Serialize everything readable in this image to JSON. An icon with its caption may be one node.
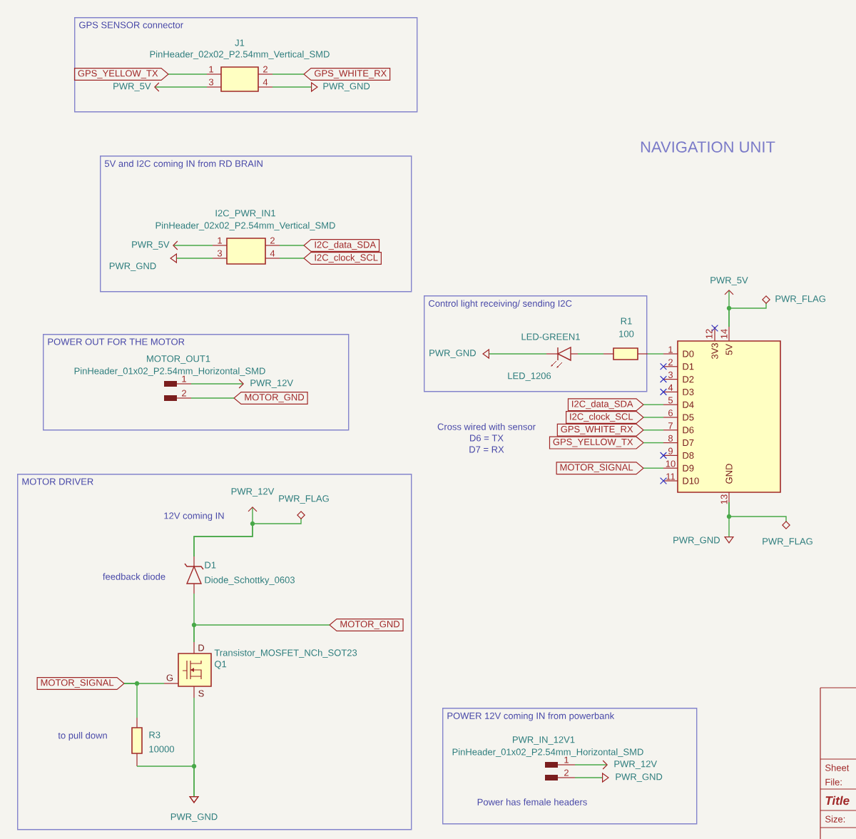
{
  "diagram": {
    "nodes": [
      {
        "text": [
          "GPS SENSOR connector"
        ]
      },
      {
        "text": [
          "J1",
          "PinHeader_02x02_P2.54mm_Vertical_SMD"
        ],
        "in": 0
      },
      {
        "text": [
          "GPS_YELLOW_TX"
        ],
        "in": 0
      },
      {
        "text": [
          "PWR_5V"
        ],
        "in": 0
      },
      {
        "text": [
          "GPS_WHITE_RX"
        ],
        "in": 0
      },
      {
        "text": [
          "PWR_GND"
        ],
        "in": 0
      },
      {
        "text": [
          "5V and I2C coming IN from RD BRAIN"
        ]
      },
      {
        "text": [
          "I2C_PWR_IN1",
          "PinHeader_02x02_P2.54mm_Vertical_SMD"
        ],
        "in": 6
      },
      {
        "text": [
          "PWR_5V"
        ],
        "in": 6
      },
      {
        "text": [
          "PWR_GND"
        ],
        "in": 6
      },
      {
        "text": [
          "I2C_data_SDA"
        ],
        "in": 6
      },
      {
        "text": [
          "I2C_clock_SCL"
        ],
        "in": 6
      },
      {
        "text": [
          "POWER OUT FOR THE MOTOR"
        ]
      },
      {
        "text": [
          "MOTOR_OUT1",
          "PinHeader_01x02_P2.54mm_Horizontal_SMD"
        ],
        "in": 12
      },
      {
        "text": [
          "PWR_12V"
        ],
        "in": 12
      },
      {
        "text": [
          "MOTOR_GND"
        ],
        "in": 12
      },
      {
        "text": [
          "MOTOR DRIVER"
        ]
      },
      {
        "text": [
          "PWR_12V"
        ],
        "in": 16
      },
      {
        "text": [
          "PWR_FLAG"
        ],
        "in": 16
      },
      {
        "text": [
          "D1",
          "Diode_Schottky_0603"
        ],
        "in": 16
      },
      {
        "text": [
          "MOTOR_GND"
        ],
        "in": 16
      },
      {
        "text": [
          "Transistor_MOSFET_NCh_SOT23",
          "Q1"
        ],
        "in": 16
      },
      {
        "text": [
          "MOTOR_SIGNAL"
        ],
        "in": 16
      },
      {
        "text": [
          "R3",
          "10000"
        ],
        "in": 16
      },
      {
        "text": [
          "PWR_GND"
        ],
        "in": 16
      },
      {
        "text": [
          "Control light receiving/ sending I2C"
        ]
      },
      {
        "text": [
          "LED-GREEN1",
          "LED_1206"
        ],
        "in": 25
      },
      {
        "text": [
          "R1",
          "100"
        ],
        "in": 25
      },
      {
        "text": [
          "PWR_GND"
        ],
        "in": 25
      },
      {
        "text": [],
        "shape": "box"
      },
      {
        "text": [
          "PWR_5V"
        ]
      },
      {
        "text": [
          "PWR_FLAG"
        ]
      },
      {
        "text": [
          "I2C_data_SDA"
        ]
      },
      {
        "text": [
          "I2C_clock_SCL"
        ]
      },
      {
        "text": [
          "GPS_WHITE_RX"
        ]
      },
      {
        "text": [
          "GPS_YELLOW_TX"
        ]
      },
      {
        "text": [
          "MOTOR_SIGNAL"
        ]
      },
      {
        "text": [
          "PWR_GND"
        ]
      },
      {
        "text": [
          "PWR_FLAG"
        ]
      },
      {
        "text": [
          "POWER 12V coming IN from powerbank"
        ]
      },
      {
        "text": [
          "PWR_IN_12V1",
          "PinHeader_01x02_P2.54mm_Horizontal_SMD"
        ],
        "in": 39
      },
      {
        "text": [
          "PWR_12V"
        ],
        "in": 39
      },
      {
        "text": [
          "PWR_GND"
        ],
        "in": 39
      }
    ],
    "edges": [
      {
        "from": 1,
        "to": 2,
        "arrow": "none"
      },
      {
        "from": 1,
        "to": 3,
        "arrow": "to"
      },
      {
        "from": 1,
        "to": 4,
        "arrow": "none"
      },
      {
        "from": 1,
        "to": 5,
        "arrow": "to"
      },
      {
        "from": 7,
        "to": 8,
        "arrow": "to"
      },
      {
        "from": 7,
        "to": 9,
        "arrow": "to"
      },
      {
        "from": 7,
        "to": 10,
        "arrow": "none"
      },
      {
        "from": 7,
        "to": 11,
        "arrow": "none"
      },
      {
        "from": 13,
        "to": 14,
        "arrow": "to"
      },
      {
        "from": 13,
        "to": 15,
        "arrow": "none"
      },
      {
        "from": 19,
        "to": 18,
        "arrow": "other"
      },
      {
        "from": 19,
        "to": 17,
        "arrow": "to"
      },
      {
        "from": 19,
        "to": 21,
        "arrow": "none"
      },
      {
        "from": 20,
        "to": 21,
        "arrow": "none"
      },
      {
        "from": 22,
        "to": 21,
        "arrow": "none"
      },
      {
        "from": 22,
        "to": 23,
        "arrow": "none"
      },
      {
        "from": 21,
        "to": 24,
        "arrow": "to"
      },
      {
        "from": 23,
        "to": 24,
        "arrow": "to"
      },
      {
        "from": 26,
        "to": 28,
        "arrow": "to"
      },
      {
        "from": 26,
        "to": 27,
        "arrow": "none"
      },
      {
        "from": 27,
        "to": 29,
        "arrow": "none"
      },
      {
        "from": 29,
        "to": 30,
        "arrow": "to"
      },
      {
        "from": 29,
        "to": 31,
        "arrow": "other"
      },
      {
        "from": 32,
        "to": 29,
        "arrow": "none"
      },
      {
        "from": 33,
        "to": 29,
        "arrow": "none"
      },
      {
        "from": 34,
        "to": 29,
        "arrow": "none"
      },
      {
        "from": 35,
        "to": 29,
        "arrow": "none"
      },
      {
        "from": 36,
        "to": 29,
        "arrow": "none"
      },
      {
        "from": 29,
        "to": 37,
        "arrow": "to"
      },
      {
        "from": 29,
        "to": 38,
        "arrow": "other"
      },
      {
        "from": 40,
        "to": 41,
        "arrow": "to"
      },
      {
        "from": 40,
        "to": 42,
        "arrow": "to"
      }
    ],
    "labels": [
      "1",
      "2",
      "3",
      "4",
      "NAVIGATION UNIT",
      "1",
      "2",
      "3",
      "4",
      "1",
      "2",
      "12",
      "14",
      "3V3",
      "5V",
      "1",
      "D0",
      "2",
      "D1",
      "3",
      "D2",
      "4",
      "D3",
      "5",
      "D4",
      "6",
      "D5",
      "7",
      "D6",
      "8",
      "D7",
      "9",
      "D8",
      "10",
      "D9",
      "11",
      "D10",
      "Cross wired with sensor",
      "D6 = TX",
      "D7 = RX",
      "13",
      "GND",
      "12V coming IN",
      "D",
      "feedback diode",
      "G",
      "S",
      "to pull down",
      "1",
      "2",
      "Power has female headers",
      "Sheet",
      "File:",
      "Title",
      "Size:"
    ]
  }
}
